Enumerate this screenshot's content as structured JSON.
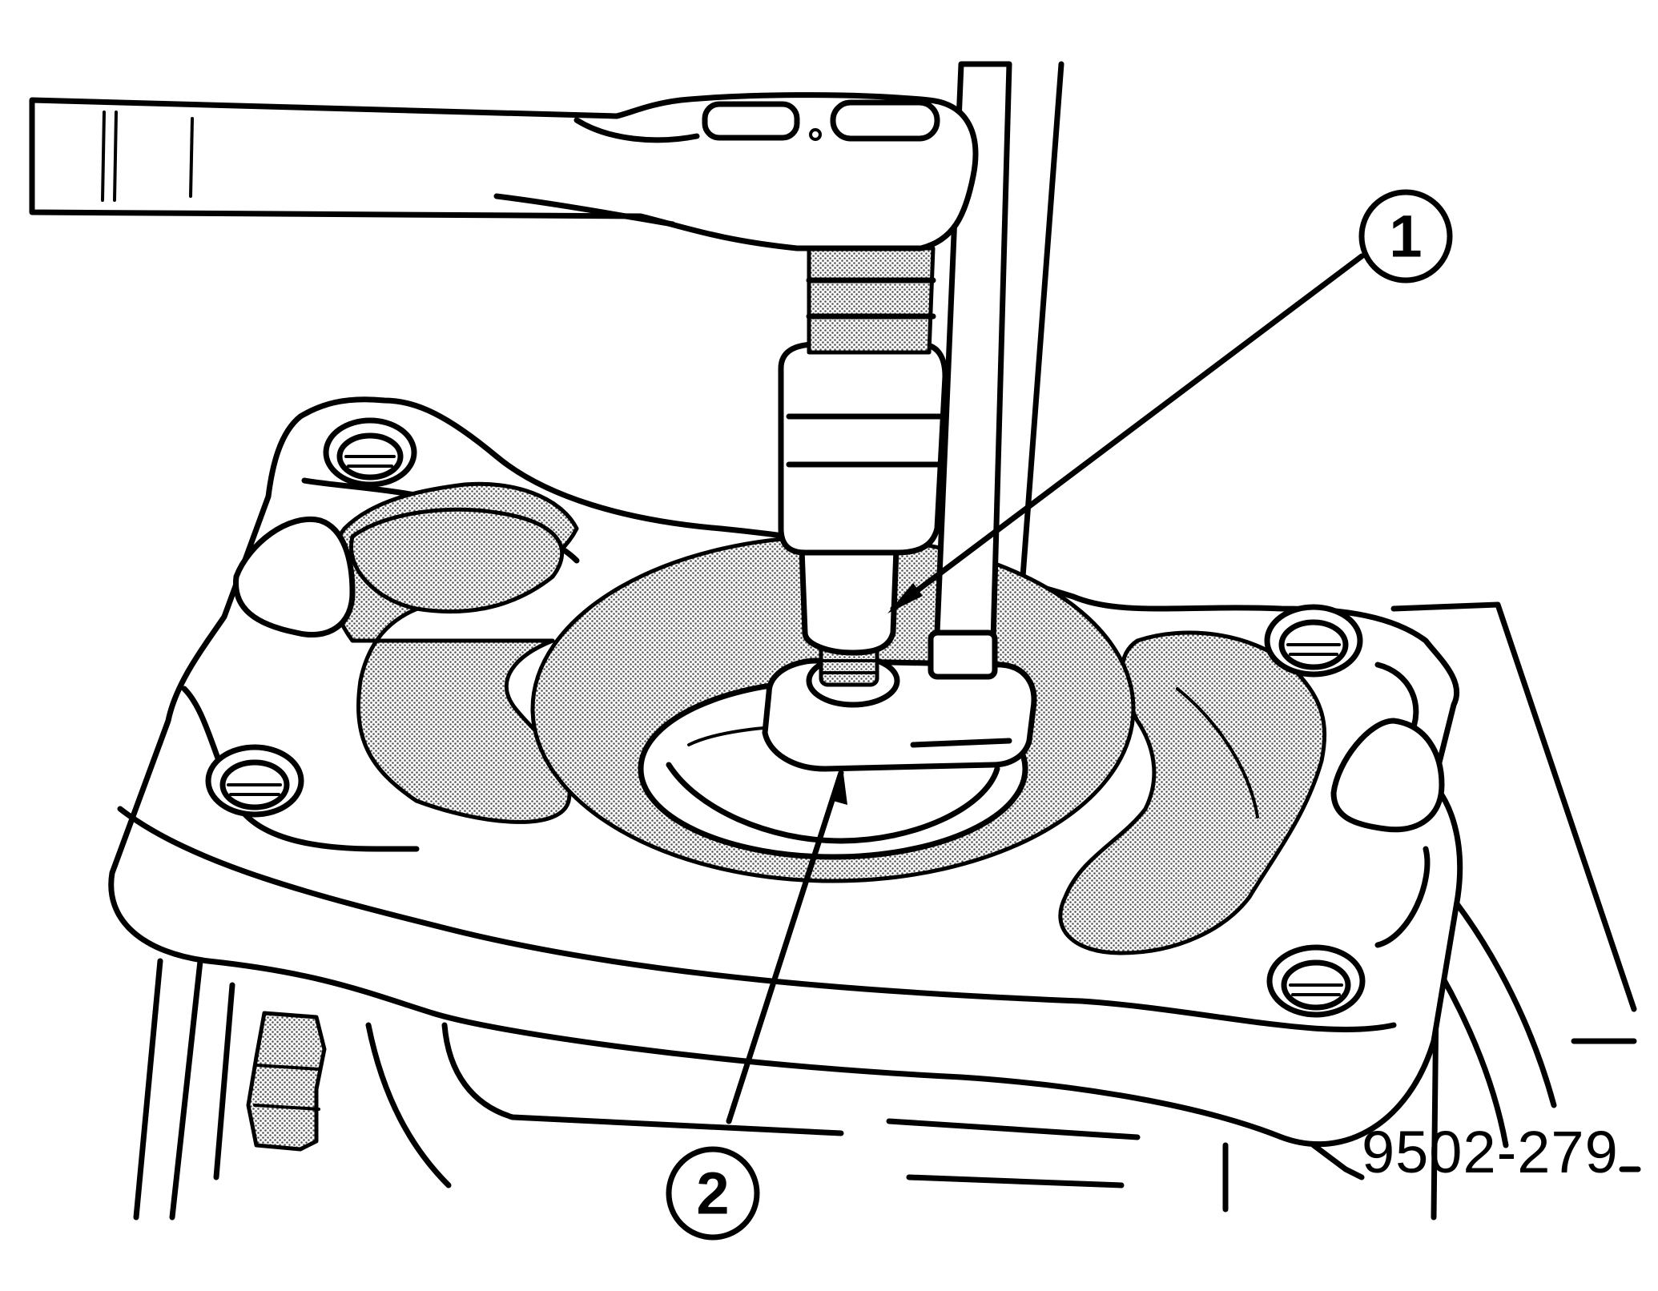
{
  "callouts": [
    {
      "number": "1",
      "target": "puller-tool"
    },
    {
      "number": "2",
      "target": "seal-retainer"
    }
  ],
  "figure_id": "9502-279",
  "colors": {
    "ink": "#000000",
    "paper": "#ffffff",
    "shading": "#8a8a8a"
  }
}
